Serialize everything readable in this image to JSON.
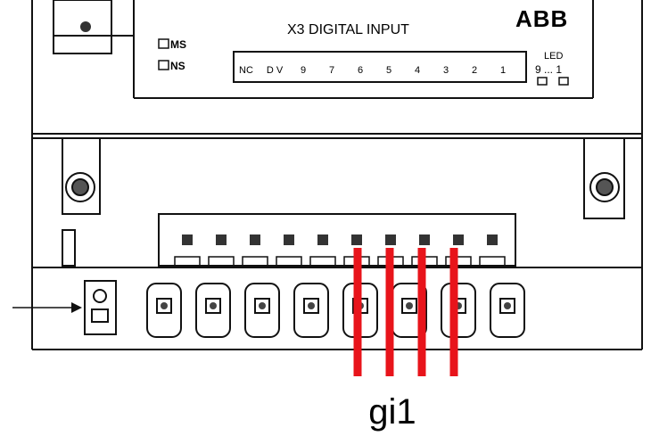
{
  "module": {
    "header_title": "X3 DIGITAL INPUT",
    "brand": "ABB",
    "status_leds": [
      "MS",
      "NS"
    ],
    "led_group_label": "LED",
    "led_group_range": "9 ... 1",
    "connector_pins": [
      "NC",
      "D V",
      "9",
      "7",
      "6",
      "5",
      "4",
      "3",
      "2",
      "1"
    ]
  },
  "annotation": {
    "caption": "gi1",
    "highlight_color": "#e8141b",
    "highlighted_wire_count": 4
  }
}
